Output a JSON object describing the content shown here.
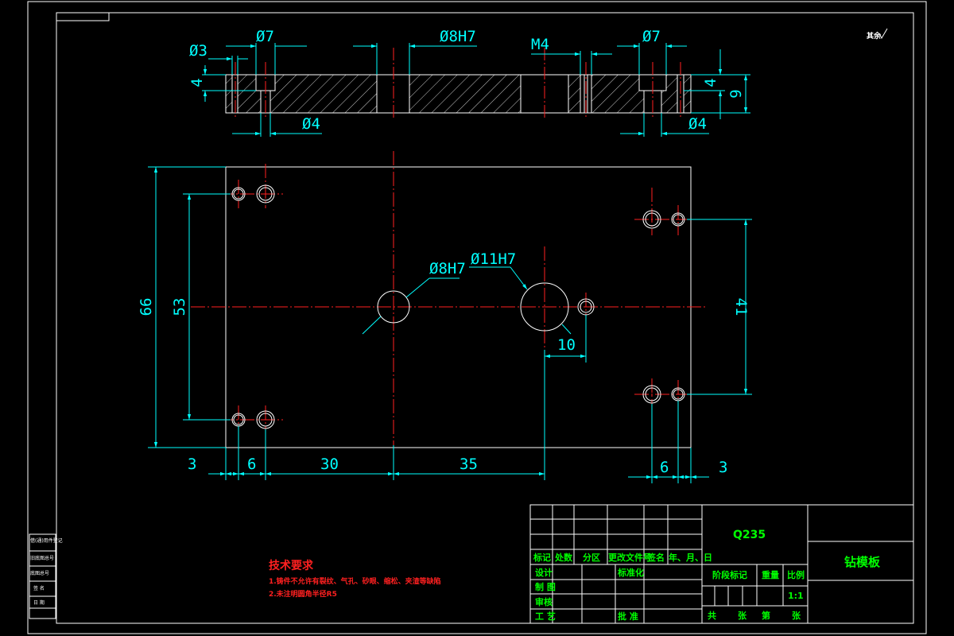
{
  "top_view_dims": {
    "d3": "Ø3",
    "d7_left": "Ø7",
    "d8h7": "Ø8H7",
    "m4": "M4",
    "d7_right": "Ø7",
    "d4_left": "Ø4",
    "d4_right": "Ø4",
    "h4_left": "4",
    "h4_right": "4",
    "h9": "9"
  },
  "plan_dims": {
    "d8h7": "Ø8H7",
    "d11h7": "Ø11H7",
    "h66": "66",
    "h53": "53",
    "h41": "41",
    "w10": "10",
    "w3_left": "3",
    "w6_left": "6",
    "w30": "30",
    "w35": "35",
    "w6_right": "6",
    "w3_right": "3"
  },
  "roughness": "其余",
  "tech": {
    "title": "技术要求",
    "line1": "1.铸件不允许有裂纹、气孔、砂眼、缩松、夹渣等缺陷",
    "line2": "2.未注明圆角半径R5"
  },
  "title_block": {
    "material": "Q235",
    "part_name": "钻模板",
    "h_mark": "标记",
    "h_count": "处数",
    "h_zone": "分区",
    "h_doc": "更改文件号",
    "h_sign": "签名",
    "h_date": "年、月、日",
    "r_design": "设计",
    "r_std": "标准化",
    "r_draw": "制 图",
    "r_check": "审核",
    "r_process": "工 艺",
    "r_approve": "批 准",
    "stage": "阶段标记",
    "weight": "重量",
    "scale_label": "比例",
    "scale": "1:1",
    "total_a": "共",
    "total_b": "张",
    "sheet_a": "第",
    "sheet_b": "张"
  },
  "side_labels": [
    "借(通)用件登记",
    "旧底图总号",
    "底图总号",
    "签 名",
    "日 期"
  ]
}
